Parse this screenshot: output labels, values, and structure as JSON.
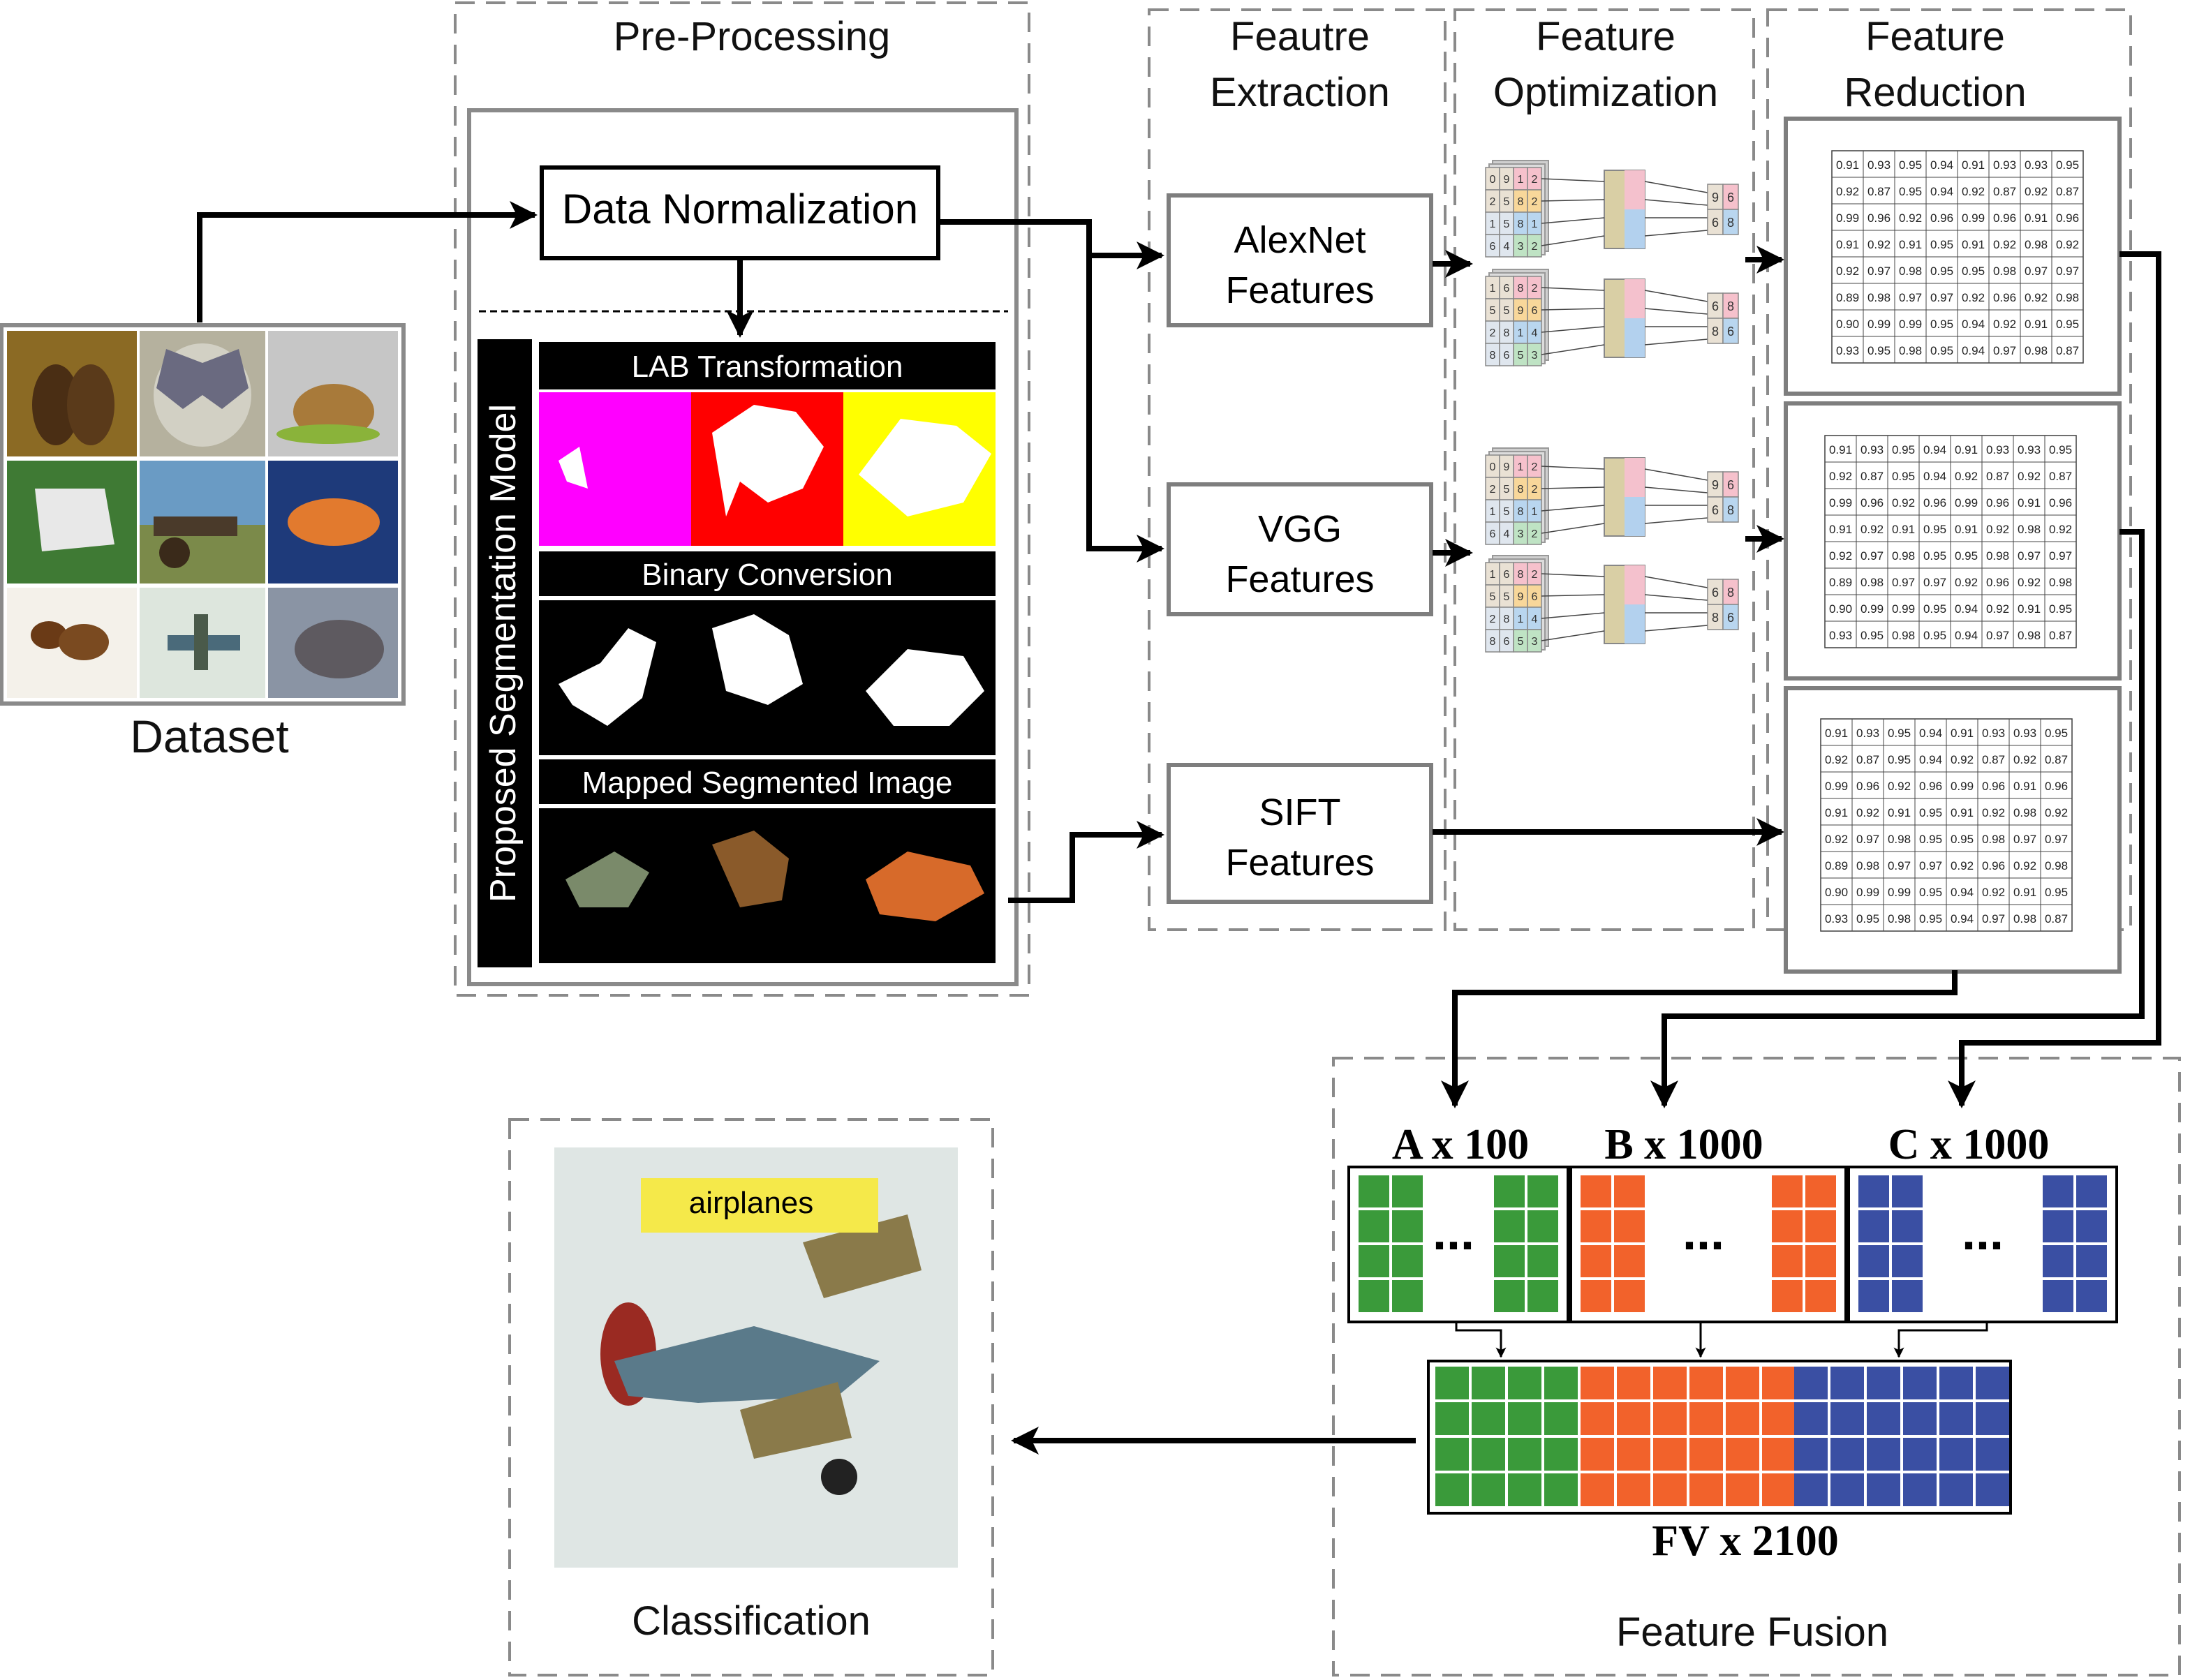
{
  "sections": {
    "preprocessing": "Pre-Processing",
    "extraction": [
      "Feautre",
      "Extraction"
    ],
    "optimization": [
      "Feature",
      "Optimization"
    ],
    "reduction": [
      "Feature",
      "Reduction"
    ],
    "fusion": "Feature Fusion",
    "classification": "Classification"
  },
  "dataset": {
    "label": "Dataset",
    "thumbnails": [
      "binoculars",
      "butterfly",
      "beaver",
      "chair",
      "cannon",
      "fish",
      "ant",
      "airplane",
      "elephant"
    ]
  },
  "preprocess": {
    "normalization": "Data Normalization",
    "model_label": "Proposed Segmentation Model",
    "lab": "LAB Transformation",
    "binary": "Binary Conversion",
    "mapped": "Mapped Segmented Image"
  },
  "extractors": [
    {
      "line1": "AlexNet",
      "line2": "Features"
    },
    {
      "line1": "VGG",
      "line2": "Features"
    },
    {
      "line1": "SIFT",
      "line2": "Features"
    }
  ],
  "optimization_cells": {
    "alex_top": [
      "0",
      "9",
      "1",
      "2",
      "2",
      "5",
      "8",
      "2",
      "1",
      "5",
      "8",
      "1",
      "6",
      "4",
      "3",
      "2"
    ],
    "alex_top_out": [
      "9",
      "6",
      "6",
      "8"
    ],
    "alex_bottom": [
      "1",
      "6",
      "8",
      "2",
      "5",
      "5",
      "9",
      "6",
      "2",
      "8",
      "1",
      "4",
      "8",
      "6",
      "5",
      "3"
    ],
    "alex_bottom_out": [
      "6",
      "8",
      "8",
      "6"
    ]
  },
  "reduction_table": [
    [
      "0.91",
      "0.93",
      "0.95",
      "0.94",
      "0.91",
      "0.93",
      "0.93",
      "0.95"
    ],
    [
      "0.92",
      "0.87",
      "0.95",
      "0.94",
      "0.92",
      "0.87",
      "0.92",
      "0.87"
    ],
    [
      "0.99",
      "0.96",
      "0.92",
      "0.96",
      "0.99",
      "0.96",
      "0.91",
      "0.96"
    ],
    [
      "0.91",
      "0.92",
      "0.91",
      "0.95",
      "0.91",
      "0.92",
      "0.98",
      "0.92"
    ],
    [
      "0.92",
      "0.97",
      "0.98",
      "0.95",
      "0.95",
      "0.98",
      "0.97",
      "0.97"
    ],
    [
      "0.89",
      "0.98",
      "0.97",
      "0.97",
      "0.92",
      "0.96",
      "0.92",
      "0.98"
    ],
    [
      "0.90",
      "0.99",
      "0.99",
      "0.95",
      "0.94",
      "0.92",
      "0.91",
      "0.95"
    ],
    [
      "0.93",
      "0.95",
      "0.98",
      "0.95",
      "0.94",
      "0.97",
      "0.98",
      "0.87"
    ]
  ],
  "fusion": {
    "a_label": "A x 100",
    "b_label": "B x 1000",
    "c_label": "C x 1000",
    "ellipsis": "...",
    "fv_label": "FV x 2100"
  },
  "result": {
    "class_label": "airplanes"
  },
  "colors": {
    "green": "#3a9a3a",
    "orange": "#f2622b",
    "blue": "#3a4fa3",
    "magenta": "#ff00ff",
    "red": "#ff0000",
    "yellow": "#ffff00",
    "label_yellow": "#f5e94a"
  }
}
